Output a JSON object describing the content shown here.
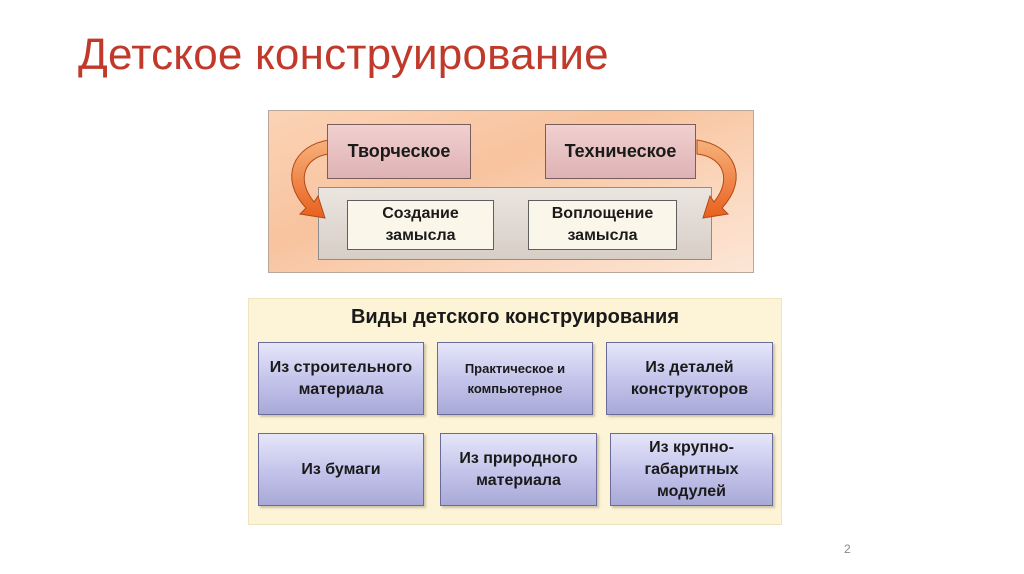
{
  "slide": {
    "title": "Детское конструирование",
    "page_number": "2"
  },
  "top_diagram": {
    "kinds": [
      "Творческое",
      "Техническое"
    ],
    "stages": [
      "Создание замысла",
      "Воплощение замысла"
    ],
    "arrow_color": "#e8601c"
  },
  "types_panel": {
    "title": "Виды детского конструирования",
    "items": [
      "Из строительного материала",
      "Практическое и компьютерное",
      "Из деталей конструкторов",
      "Из бумаги",
      "Из природного материала",
      "Из крупно-габаритных модулей"
    ]
  }
}
